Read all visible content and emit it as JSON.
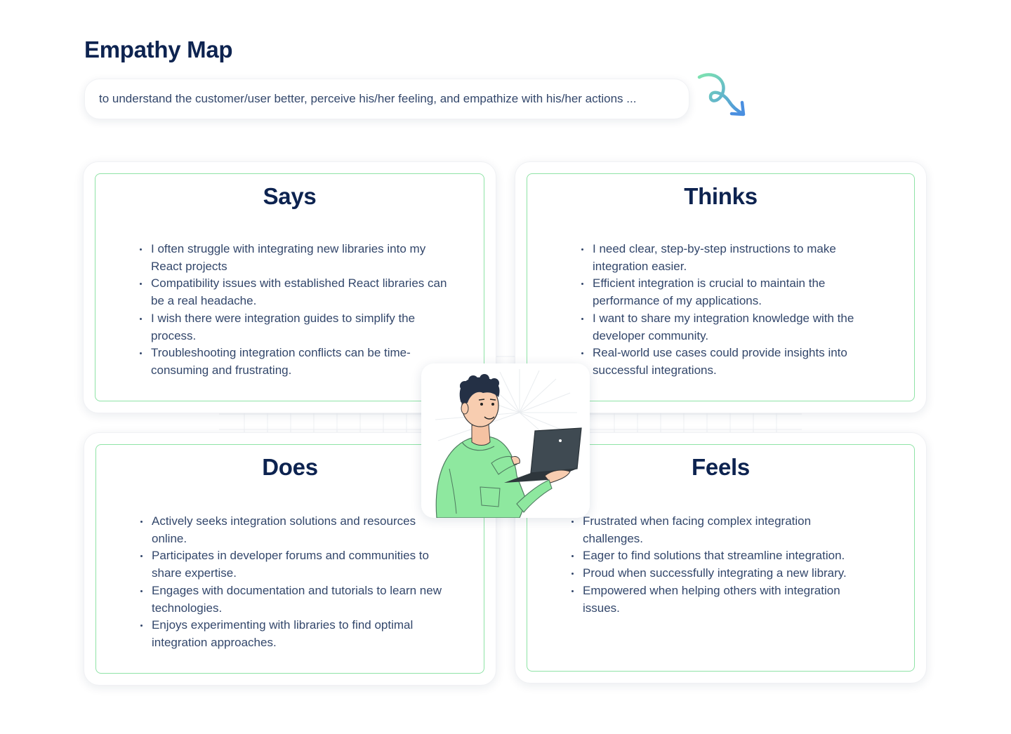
{
  "header": {
    "title": "Empathy Map",
    "subtitle": "to understand the customer/user better, perceive his/her feeling, and empathize with his/her actions ..."
  },
  "quadrants": {
    "says": {
      "title": "Says",
      "items": [
        "I often struggle with integrating new libraries into my React projects",
        "Compatibility issues with established React libraries can be a real headache.",
        "I wish there were integration guides to simplify the process.",
        "Troubleshooting integration conflicts can be time-consuming and frustrating."
      ]
    },
    "thinks": {
      "title": "Thinks",
      "items": [
        "I need clear, step-by-step instructions to make integration easier.",
        "Efficient integration is crucial to maintain the performance of my applications.",
        "I want to share my integration knowledge with the developer community.",
        "Real-world use cases could provide insights into successful integrations."
      ]
    },
    "does": {
      "title": "Does",
      "items": [
        "Actively seeks integration solutions and resources online.",
        "Participates in developer forums and communities to share expertise.",
        "Engages with documentation and tutorials to learn new technologies.",
        "Enjoys experimenting with libraries to find optimal integration approaches."
      ]
    },
    "feels": {
      "title": "Feels",
      "items": [
        "Frustrated when facing complex integration challenges.",
        "Eager to find solutions that streamline integration.",
        "Proud when successfully integrating a new library.",
        "Empowered when helping others with integration issues."
      ]
    }
  },
  "illustration": {
    "icon": "developer-with-laptop-illustration"
  },
  "decor": {
    "icon": "curly-arrow-icon"
  },
  "colors": {
    "heading": "#0d2350",
    "body_text": "#33476b",
    "card_border": "#8fe3a6",
    "hoodie": "#8ee89f",
    "arrow_gradient_start": "#7ee3b0",
    "arrow_gradient_end": "#4a8fe0"
  }
}
